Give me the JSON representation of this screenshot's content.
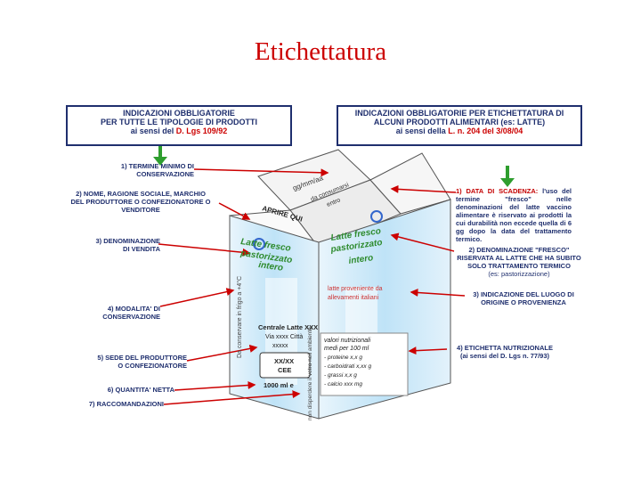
{
  "title": "Etichettatura",
  "left_box": {
    "line1": "INDICAZIONI OBBLIGATORIE",
    "line2": "PER TUTTE LE TIPOLOGIE DI PRODOTTI",
    "line3_prefix": "ai sensi del ",
    "line3_ref": "D. Lgs 109/92"
  },
  "right_box": {
    "line1": "INDICAZIONI OBBLIGATORIE PER ETICHETTATURA DI",
    "line2": "ALCUNI PRODOTTI ALIMENTARI (es: LATTE)",
    "line3_prefix": "ai sensi della ",
    "line3_ref": "L. n. 204 del 3/08/04"
  },
  "left_items": {
    "i1a": "1) TERMINE MINIMO DI",
    "i1b": "CONSERVAZIONE",
    "i2a": "2) NOME, RAGIONE SOCIALE, MARCHIO",
    "i2b": "DEL PRODUTTORE O CONFEZIONATORE O",
    "i2c": "VENDITORE",
    "i3a": "3) DENOMINAZIONE",
    "i3b": "DI VENDITA",
    "i4a": "4) MODALITA' DI",
    "i4b": "CONSERVAZIONE",
    "i5a": "5) SEDE DEL PRODUTTORE",
    "i5b": "O CONFEZIONATORE",
    "i6": "6) QUANTITA' NETTA",
    "i7": "7) RACCOMANDAZIONI"
  },
  "right_items": {
    "r1_head": "1) DATA DI SCADENZA:",
    "r1_body": "l'uso del termine \"fresco\" nelle denominazioni del latte vaccino alimentare è riservato ai prodotti la cui durabilità non eccede quella di 6 gg dopo la data del trattamento termico.",
    "r2a": "2) DENOMINAZIONE \"FRESCO\"",
    "r2b": "RISERVATA AL LATTE CHE HA SUBITO",
    "r2c": "SOLO TRATTAMENTO TERMICO",
    "r2d": "(es: pastorizzazione)",
    "r3a": "3) INDICAZIONE DEL LUOGO DI",
    "r3b": "ORIGINE O PROVENIENZA",
    "r4a": "4) ETICHETTA NUTRIZIONALE",
    "r4b": "(ai sensi del D. Lgs n. 77/93)"
  },
  "carton": {
    "top_text": "gg/mm/aa",
    "top_text2": "da consumarsi",
    "top_text3": "entro",
    "open_text": "APRIRE QUI",
    "left_name1": "Latte fresco",
    "left_name2": "pastorizzato",
    "left_name3": "intero",
    "right_name1": "Latte fresco",
    "right_name2": "pastorizzato",
    "right_name3": "intero",
    "storage_vertical": "Da conservare in frigo a +4°C",
    "origin1": "latte proveniente da",
    "origin2": "allevamenti italiani",
    "address1": "Centrale Latte XXX",
    "address2": "Via xxxx Città",
    "address3": "xxxxx",
    "cee1": "XX/XX",
    "cee2": "CEE",
    "quantity": "1000 ml e",
    "nut_title1": "valori nutrizionali",
    "nut_title2": "medi per 100 ml",
    "nut1": "- proteine x,x g",
    "nut2": "- carboidrati x,xx g",
    "nut3": "- grassi x,x g",
    "nut4": "- calcio xxx mg",
    "warning_vertical": "non disperdere il vetro nell ambiente"
  },
  "colors": {
    "title": "#cc0000",
    "navy": "#1f2f6e",
    "red": "#c40000",
    "arrow": "#cc0000",
    "green_arrow": "#2e9e2e"
  }
}
